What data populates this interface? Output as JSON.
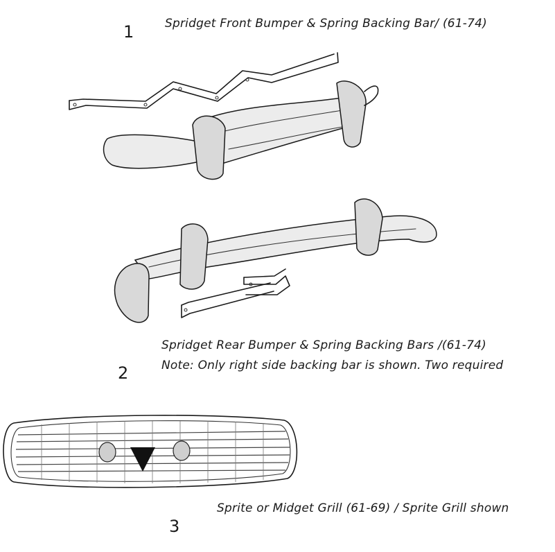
{
  "items": [
    {
      "number": "1",
      "caption": "Spridget Front Bumper & Spring Backing Bar/ (61-74)"
    },
    {
      "number": "2",
      "caption": "Spridget Rear Bumper & Spring Backing Bars /(61-74)",
      "note": "Note: Only right side backing bar is shown. Two required"
    },
    {
      "number": "3",
      "caption": "Sprite or Midget Grill (61-69) / Sprite Grill shown"
    }
  ]
}
